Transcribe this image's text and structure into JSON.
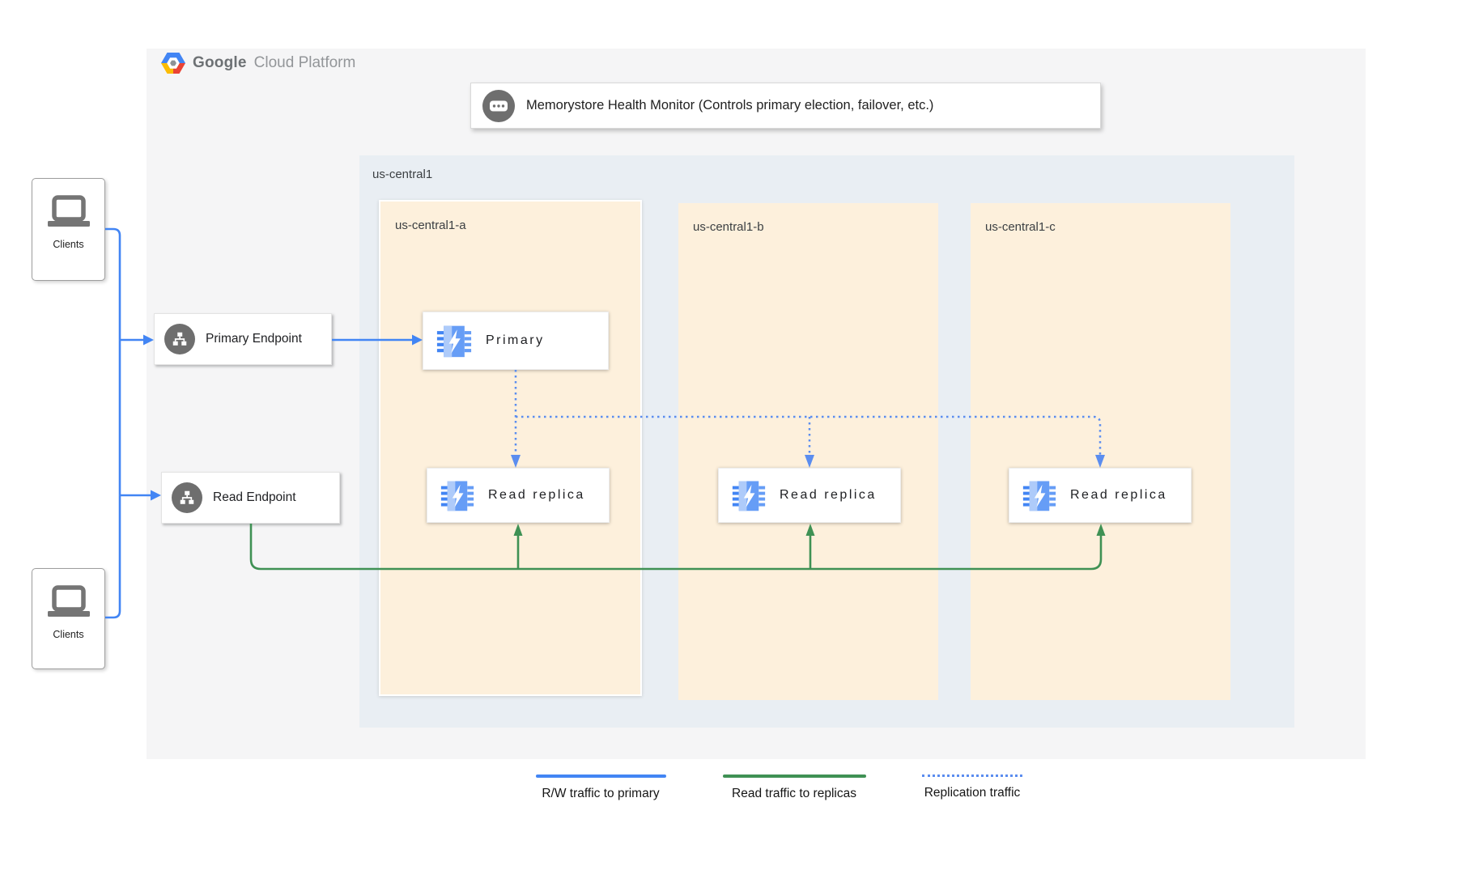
{
  "logo": {
    "brand": "Google",
    "product": "Cloud Platform"
  },
  "health_monitor": {
    "label": "Memorystore Health Monitor (Controls primary election, failover, etc.)"
  },
  "region": {
    "label": "us-central1",
    "zones": [
      {
        "label": "us-central1-a"
      },
      {
        "label": "us-central1-b"
      },
      {
        "label": "us-central1-c"
      }
    ]
  },
  "clients": {
    "top": "Clients",
    "bottom": "Clients"
  },
  "endpoints": {
    "primary": "Primary Endpoint",
    "read": "Read Endpoint"
  },
  "nodes": {
    "primary": "Primary",
    "replica": "Read replica"
  },
  "legend": {
    "items": [
      {
        "label": "R/W traffic to primary",
        "style": "solid",
        "color": "#4285f4"
      },
      {
        "label": "Read traffic to replicas",
        "style": "solid",
        "color": "#3f9154"
      },
      {
        "label": "Replication traffic",
        "style": "dotted",
        "color": "#5b8def"
      }
    ]
  },
  "icons": {
    "logo": "gcp-hexagon-icon",
    "health_monitor": "console-dots-icon",
    "endpoint": "sitemap-icon",
    "node": "memorystore-chip-icon",
    "clients": "laptop-icon"
  },
  "colors": {
    "rw_traffic": "#4285f4",
    "read_traffic": "#3f9154",
    "replication_traffic": "#5b8def",
    "zone_fill": "#fdf0dc",
    "region_fill": "#e9eef3",
    "panel_fill": "#f5f5f6"
  }
}
